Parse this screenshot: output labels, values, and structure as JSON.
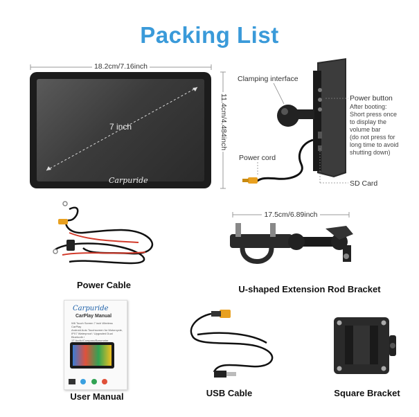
{
  "title": "Packing List",
  "monitor": {
    "width_label": "18.2cm/7.16inch",
    "height_label": "11.4cm/4.484inch",
    "diagonal_label": "7 inch",
    "brand": "Carpuride"
  },
  "side_view": {
    "clamping_interface": "Clamping interface",
    "power_button": "Power button",
    "power_button_note": [
      "After booting:",
      "Short press once",
      "to display the",
      "volume bar",
      "(do not press for",
      "long time to avoid",
      "shutting down)"
    ],
    "power_cord": "Power cord",
    "sd_card": "SD Card"
  },
  "bracket": {
    "width_label": "17.5cm/6.89inch"
  },
  "manual": {
    "brand": "Carpuride",
    "title": "CarPlay Manual",
    "subtitle": [
      "W6 Touch Screen 7 inch Wireless CarPlay",
      "Android Auto Touchscreen for Motorcycle,",
      "IPX7 Waterproof / Upgraded Dual Bluetooth /",
      "1T Audio/Compass/Barometer"
    ]
  },
  "items": [
    {
      "label": "Power Cable"
    },
    {
      "label": "U-shaped Extension Rod Bracket"
    },
    {
      "label": "User Manual"
    },
    {
      "label": "USB Cable"
    },
    {
      "label": "Square Bracket"
    }
  ],
  "colors": {
    "title": "#3a9ad9",
    "connector": "#e8a020",
    "cable_red": "#d23a2a",
    "cable_black": "#111111"
  }
}
